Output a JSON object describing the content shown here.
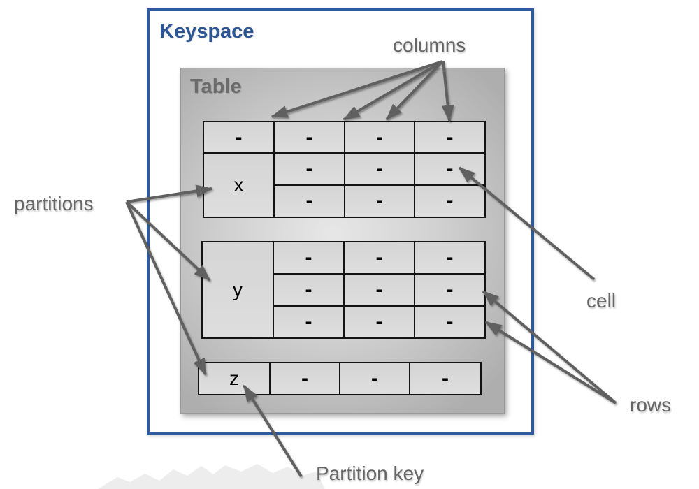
{
  "keyspace": {
    "label": "Keyspace"
  },
  "table": {
    "label": "Table"
  },
  "annotations": {
    "columns": "columns",
    "partitions": "partitions",
    "cell": "cell",
    "rows": "rows",
    "partition_key": "Partition key"
  },
  "grid_x": {
    "header": [
      "-",
      "-",
      "-",
      "-"
    ],
    "key": "x",
    "rows": [
      [
        "-",
        "-",
        "-"
      ],
      [
        "-",
        "-",
        "-"
      ]
    ]
  },
  "grid_y": {
    "key": "y",
    "rows": [
      [
        "-",
        "-",
        "-"
      ],
      [
        "-",
        "-",
        "-"
      ],
      [
        "-",
        "-",
        "-"
      ]
    ]
  },
  "grid_z": {
    "key": "z",
    "cells": [
      "-",
      "-",
      "-"
    ]
  },
  "colors": {
    "keyspace_border": "#2e5b9e",
    "keyspace_label": "#2d5694",
    "table_label": "#6b6b6b",
    "annotation_text": "#666666",
    "arrow": "#616161",
    "cell_border": "#131313",
    "cell_fill": "#d8d8d8",
    "table_fill_center": "#e7e7e7",
    "table_fill_edge": "#aeaeae"
  }
}
